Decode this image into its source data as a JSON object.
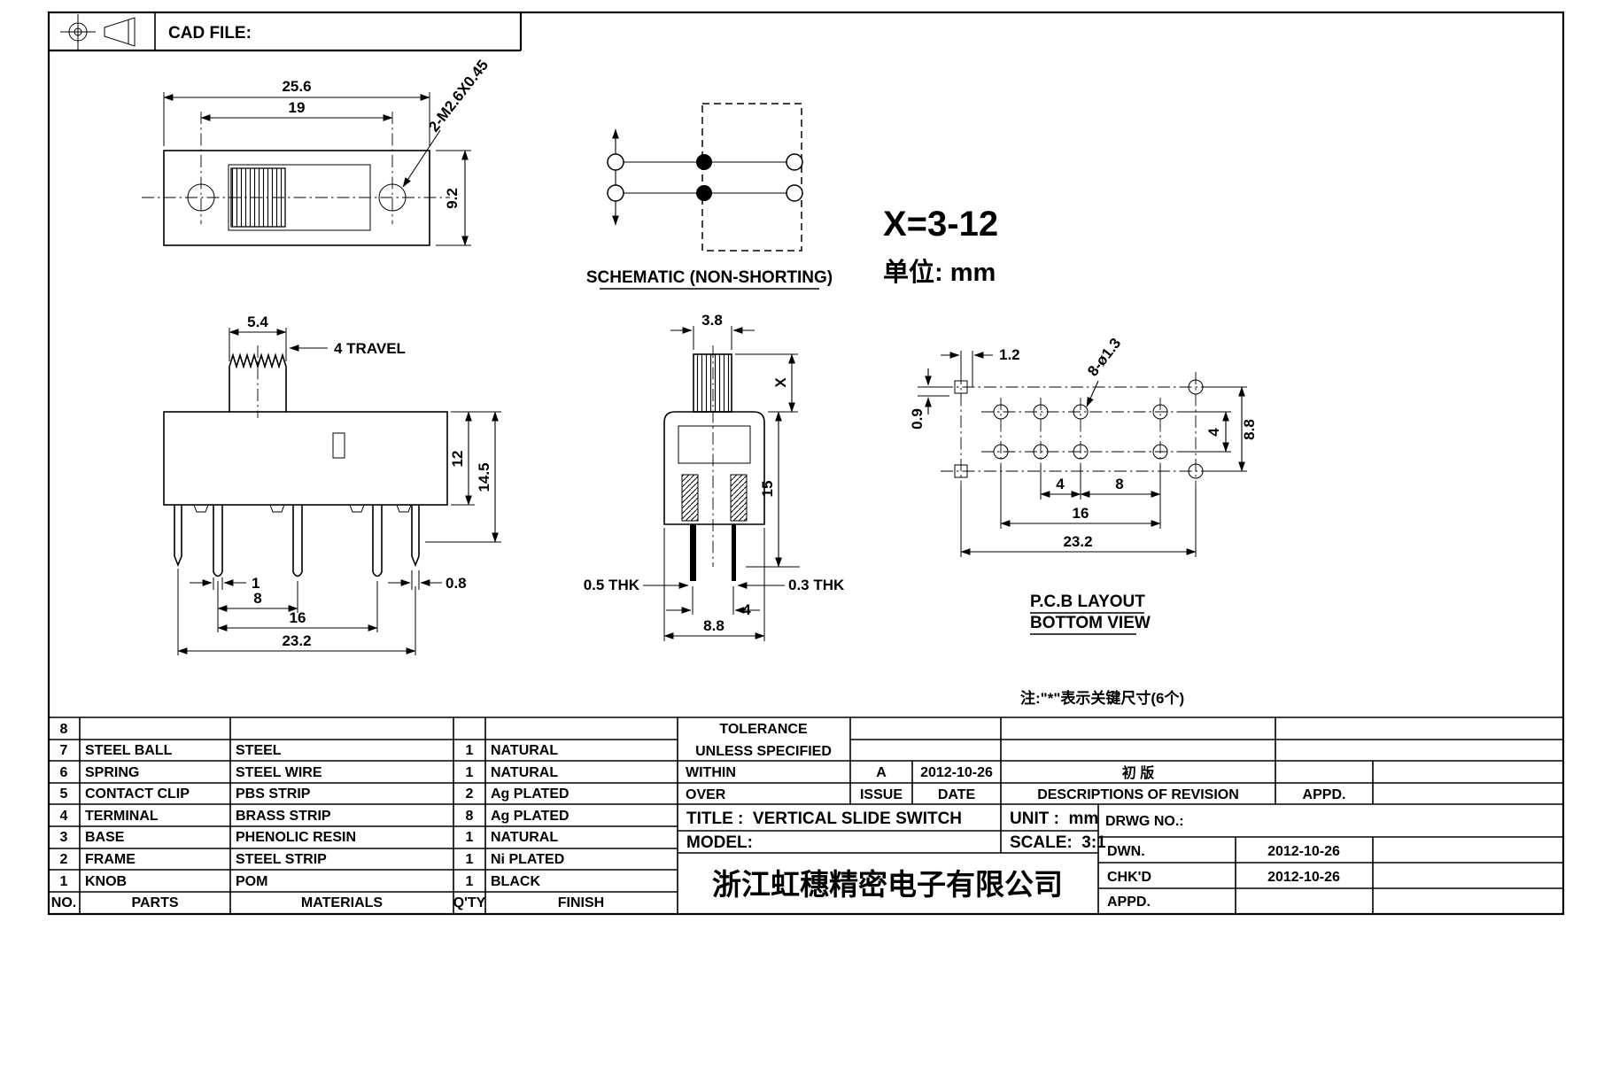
{
  "sheet": {
    "cad_file_label": "CAD FILE:"
  },
  "annotations": {
    "x_range": "X=3-12",
    "unit": "单位: mm",
    "key_note": "注:\"*\"表示关键尺寸(6个)"
  },
  "top_view": {
    "dim_width": "25.6",
    "dim_hole_spacing": "19",
    "dim_height": "9.2",
    "thread_callout": "2-M2.6X0.45"
  },
  "schematic": {
    "label": "SCHEMATIC (NON-SHORTING)"
  },
  "front_view": {
    "dim_knob_width": "5.4",
    "travel": "4 TRAVEL",
    "dim_body_height": "12",
    "dim_total_height": "14.5",
    "dim_pin_width": "1",
    "dim_pin_pitch": "8",
    "dim_pin_span": "16",
    "dim_body_width": "23.2",
    "dim_tab_width": "0.8"
  },
  "side_view": {
    "dim_knob_depth": "3.8",
    "dim_knob_height": "X",
    "dim_height": "15",
    "thk_left": "0.5 THK",
    "thk_right": "0.3 THK",
    "dim_row_pitch": "4",
    "dim_depth": "8.8"
  },
  "pcb_layout": {
    "dim_offset_x": "1.2",
    "dim_offset_y": "0.9",
    "hole_callout": "8-ø1.3",
    "dim_row_span": "8.8",
    "dim_row_pitch": "4",
    "dim_pitch_a": "4",
    "dim_pitch_b": "8",
    "dim_span": "16",
    "dim_width": "23.2",
    "label_line1": "P.C.B LAYOUT",
    "label_line2": "BOTTOM VIEW"
  },
  "parts_table": {
    "header": {
      "no": "NO.",
      "part": "PARTS",
      "material": "MATERIALS",
      "qty": "Q'TY",
      "finish": "FINISH"
    },
    "rows": [
      {
        "no": "8",
        "part": "",
        "material": "",
        "qty": "",
        "finish": ""
      },
      {
        "no": "7",
        "part": "STEEL BALL",
        "material": "STEEL",
        "qty": "1",
        "finish": "NATURAL"
      },
      {
        "no": "6",
        "part": "SPRING",
        "material": "STEEL WIRE",
        "qty": "1",
        "finish": "NATURAL"
      },
      {
        "no": "5",
        "part": "CONTACT CLIP",
        "material": "PBS STRIP",
        "qty": "2",
        "finish": "Ag PLATED"
      },
      {
        "no": "4",
        "part": "TERMINAL",
        "material": "BRASS STRIP",
        "qty": "8",
        "finish": "Ag PLATED"
      },
      {
        "no": "3",
        "part": "BASE",
        "material": "PHENOLIC RESIN",
        "qty": "1",
        "finish": "NATURAL"
      },
      {
        "no": "2",
        "part": "FRAME",
        "material": "STEEL STRIP",
        "qty": "1",
        "finish": "Ni PLATED"
      },
      {
        "no": "1",
        "part": "KNOB",
        "material": "POM",
        "qty": "1",
        "finish": "BLACK"
      }
    ]
  },
  "title_block": {
    "tolerance_line1": "TOLERANCE",
    "tolerance_line2": "UNLESS SPECIFIED",
    "within": "WITHIN",
    "over": "OVER",
    "revision": {
      "letter": "A",
      "date": "2012-10-26",
      "description": "初 版"
    },
    "issue_header": "ISSUE",
    "date_header": "DATE",
    "descriptions_header": "DESCRIPTIONS OF REVISION",
    "appd_header": "APPD.",
    "title": "TITLE :  VERTICAL SLIDE SWITCH",
    "unit": "UNIT :  mm",
    "drwg_no": "DRWG NO.:",
    "model": "MODEL:",
    "scale": "SCALE:  3:1",
    "dwn_label": "DWN.",
    "dwn_date": "2012-10-26",
    "chkd_label": "CHK'D",
    "chkd_date": "2012-10-26",
    "appd_label": "APPD.",
    "company": "浙江虹穗精密电子有限公司"
  }
}
